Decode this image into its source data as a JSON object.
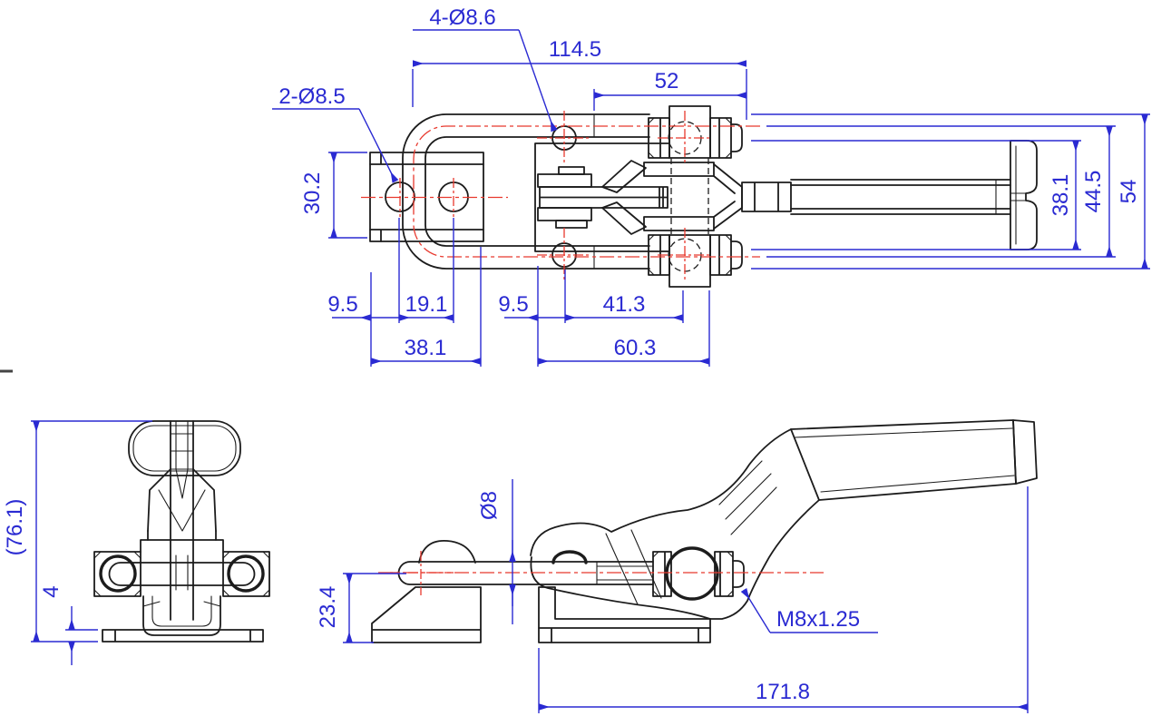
{
  "drawing": {
    "kind": "engineering-drawing",
    "subject": "latch-action toggle clamp, two orthographic views",
    "colors": {
      "line": "#1c1c1c",
      "centerline": "#e8392e",
      "dimension": "#2a2ad2",
      "background": "#ffffff"
    },
    "dims": {
      "top": {
        "leader_holes_4": "4-Ø8.6",
        "leader_holes_2": "2-Ø8.5",
        "overall_width": "114.5",
        "nut_span": "52",
        "plate_height": "30.2",
        "handle_width": "38.1",
        "leg_centers": "44.5",
        "overall_height": "54",
        "offset_left": "9.5",
        "hole_spacing": "19.1",
        "offset_mid": "9.5",
        "hole_to_pivot": "41.3",
        "plate_width": "38.1",
        "base_length": "60.3"
      },
      "front": {
        "overall_height_ref": "(76.1)",
        "base_thickness": "4"
      },
      "side": {
        "rod_diameter": "Ø8",
        "bar_height": "23.4",
        "thread_spec": "M8x1.25",
        "overall_length": "171.8"
      }
    }
  }
}
